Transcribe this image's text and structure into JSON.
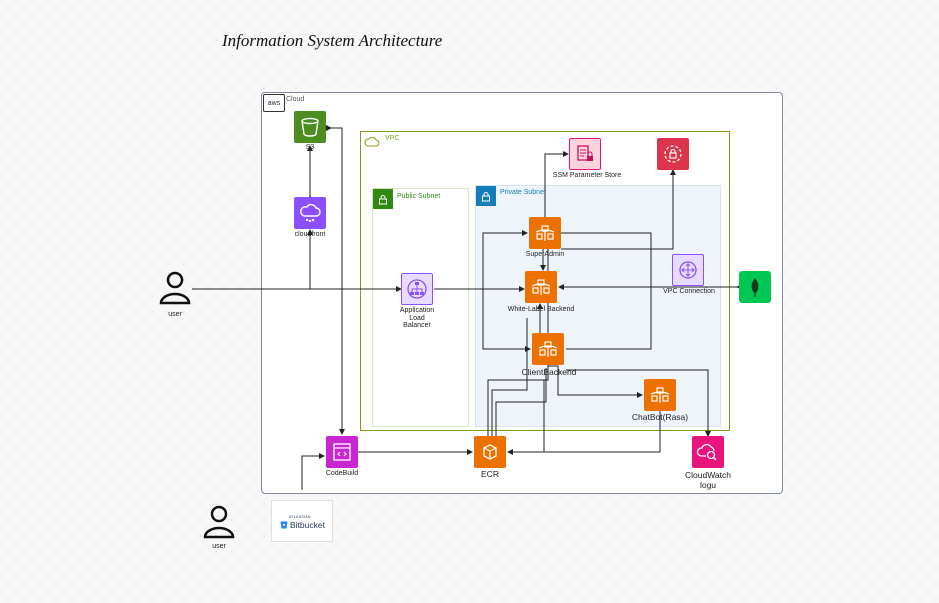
{
  "title": "Information System Architecture",
  "groups": {
    "cloud": "Cloud",
    "aws_logo": "aws",
    "vpc": "VPC",
    "public_subnet": "Public Subnet",
    "private_subnet": "Private Subnet"
  },
  "users": [
    {
      "label": "user"
    },
    {
      "label": "user"
    }
  ],
  "services": {
    "s3": "S3",
    "cloudfront": "cloudfront",
    "alb_line1": "Application",
    "alb_line2": "Load",
    "alb_line3": "Balancer",
    "ssm": "SSM Parameter Store",
    "superadmin": "SuperAdmin",
    "whitelabel": "White-Label Backend",
    "vpc_connection": "VPC Connection",
    "clientbackend": "ClientBackend",
    "chatbot": "ChatBot(Rasa)",
    "codebuild": "CodeBuild",
    "ecr": "ECR",
    "cloudwatch_line1": "CloudWatch",
    "cloudwatch_line2": "logu"
  },
  "bitbucket": {
    "vendor": "ATLASSIAN",
    "name": "Bitbucket"
  },
  "colors": {
    "storage": "#4b8e1f",
    "network": "#8c4fff",
    "security": "#dd344c",
    "compute": "#ed7100",
    "devtools": "#c925d1",
    "mongodb": "#00c853",
    "vpc_border": "#7aa116",
    "public_subnet_badge": "#2f8a12",
    "private_subnet_badge": "#147eba"
  }
}
